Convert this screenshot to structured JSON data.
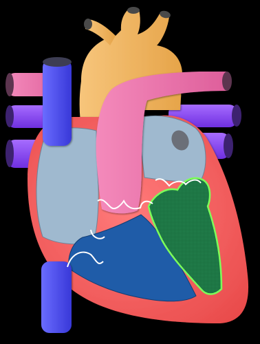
{
  "diagram": {
    "subject": "",
    "colors": {
      "background": "#000000",
      "aorta": "#f3b25d",
      "pulmonary_artery": "#ee72ad",
      "vena_cava": "#4b4bf0",
      "pulmonary_veins": "#8b45f0",
      "left_atrium": "#9fb9cf",
      "right_atrium": "#9fb9cf",
      "right_ventricle": "#1f5ca8",
      "left_ventricle_highlight": "#1f7a46",
      "left_ventricle_outline": "#7dff5a",
      "myocardium": "#f25a5a",
      "valves": "#ffffff"
    },
    "regions": [
      "aorta",
      "pulmonary-artery",
      "superior-vena-cava",
      "inferior-vena-cava",
      "pulmonary-veins",
      "left-atrium",
      "right-atrium",
      "right-ventricle",
      "left-ventricle",
      "myocardium",
      "valves"
    ]
  }
}
